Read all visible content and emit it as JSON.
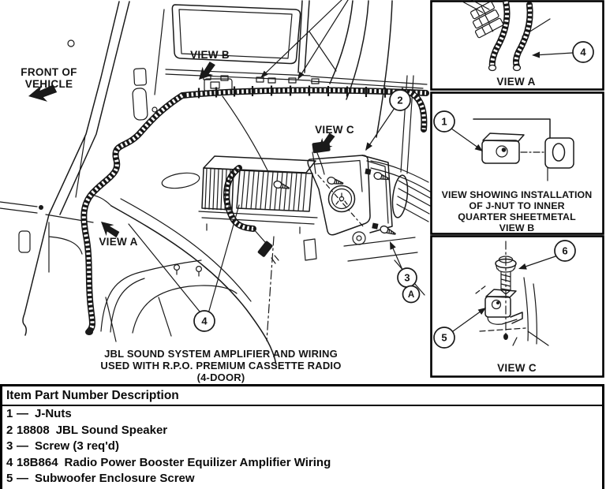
{
  "colors": {
    "ink": "#1a1a1a",
    "bg": "#ffffff"
  },
  "main_diagram": {
    "front_label_line1": "FRONT OF",
    "front_label_line2": "VEHICLE",
    "view_a_label": "VIEW A",
    "view_b_label": "VIEW B",
    "view_c_label": "VIEW C",
    "callout_speaker": "2",
    "callout_screw": "3",
    "callout_screw_view": "A",
    "callout_wiring": "4",
    "caption_line1": "JBL SOUND SYSTEM AMPLIFIER AND WIRING",
    "caption_line2": "USED WITH R.P.O. PREMIUM CASSETTE RADIO",
    "caption_line3": "(4-DOOR)"
  },
  "detail_panels": {
    "view_a": {
      "callout": "4",
      "label": "VIEW A"
    },
    "view_b": {
      "callout": "1",
      "caption_line1": "VIEW SHOWING INSTALLATION",
      "caption_line2": "OF J-NUT TO INNER",
      "caption_line3": "QUARTER SHEETMETAL",
      "label": "VIEW B"
    },
    "view_c": {
      "callout_screw": "6",
      "callout_bracket": "5",
      "label": "VIEW C"
    }
  },
  "parts_table": {
    "header": "Item Part Number Description",
    "rows": [
      {
        "item": "1",
        "part": "—",
        "description": "J-Nuts"
      },
      {
        "item": "2",
        "part": "18808",
        "description": "JBL Sound Speaker"
      },
      {
        "item": "3",
        "part": "—",
        "description": "Screw (3 req'd)"
      },
      {
        "item": "4",
        "part": "18B864",
        "description": "Radio Power Booster Equilizer Amplifier Wiring"
      },
      {
        "item": "5",
        "part": "—",
        "description": "Subwoofer Enclosure Screw"
      }
    ]
  }
}
